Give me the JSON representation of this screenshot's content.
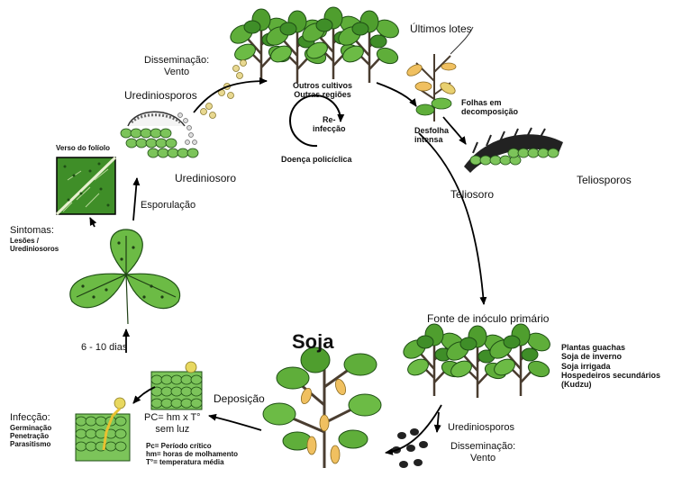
{
  "labels": {
    "disseminacao_top": "Disseminação:",
    "vento_top": "Vento",
    "urediniosporos_top": "Urediniosporos",
    "urediniosoro": "Urediniosoro",
    "outros_cultivos": "Outros cultivos",
    "outras_regioes": "Outras regiões",
    "reinfeccao_1": "Re-",
    "reinfeccao_2": "infecção",
    "doenca_policiclica": "Doença policíclica",
    "ultimos_lotes": "Últimos lotes",
    "folhas_em": "Folhas em",
    "decomposicao": "decomposição",
    "desfolha": "Desfolha",
    "intensa": "intensa",
    "teliosporos": "Teliosporos",
    "teliosoro": "Teliosoro",
    "verso_do_foliolo": "Verso do folíolo",
    "sintomas": "Sintomas:",
    "lesoes": "Lesões /",
    "urediniosoros": "Urediniosoros",
    "esporulacao": "Esporulação",
    "dias": "6 - 10 dias",
    "fonte_inoculo": "Fonte de inóculo primário",
    "plantas_guachas": "Plantas guachas",
    "soja_inverno": "Soja de inverno",
    "soja_irrigada": "Soja irrigada",
    "hospedeiros": "Hospedeiros secundários",
    "kudzu": "(Kudzu)",
    "soja": "Soja",
    "deposicao": "Deposição",
    "pc_formula": "PC= hm x T°",
    "sem_luz": "sem luz",
    "pc_def": "Pc= Período crítico",
    "hm_def": "hm= horas de molhamento",
    "t_def": "T°= temperatura média",
    "infeccao": "Infecção:",
    "germinacao": "Germinação",
    "penetracao": "Penetração",
    "parasitismo": "Parasitismo",
    "urediniosporos_bottom": "Urediniosporos",
    "disseminacao_bottom": "Disseminação:",
    "vento_bottom": "Vento"
  },
  "colors": {
    "leaf_green": "#5fae3a",
    "leaf_dark": "#2f7a23",
    "cell_green": "#7cc45a",
    "stem_brown": "#5a4a3a",
    "yellow_leaf": "#f0c060",
    "spore_yellow": "#e8d890",
    "arrow": "#000000"
  },
  "icons": [
    "plant-cluster-icon",
    "leaf-cell-tissue-icon",
    "spore-icon",
    "trifoliate-leaf-icon",
    "cycle-arrow-icon"
  ]
}
